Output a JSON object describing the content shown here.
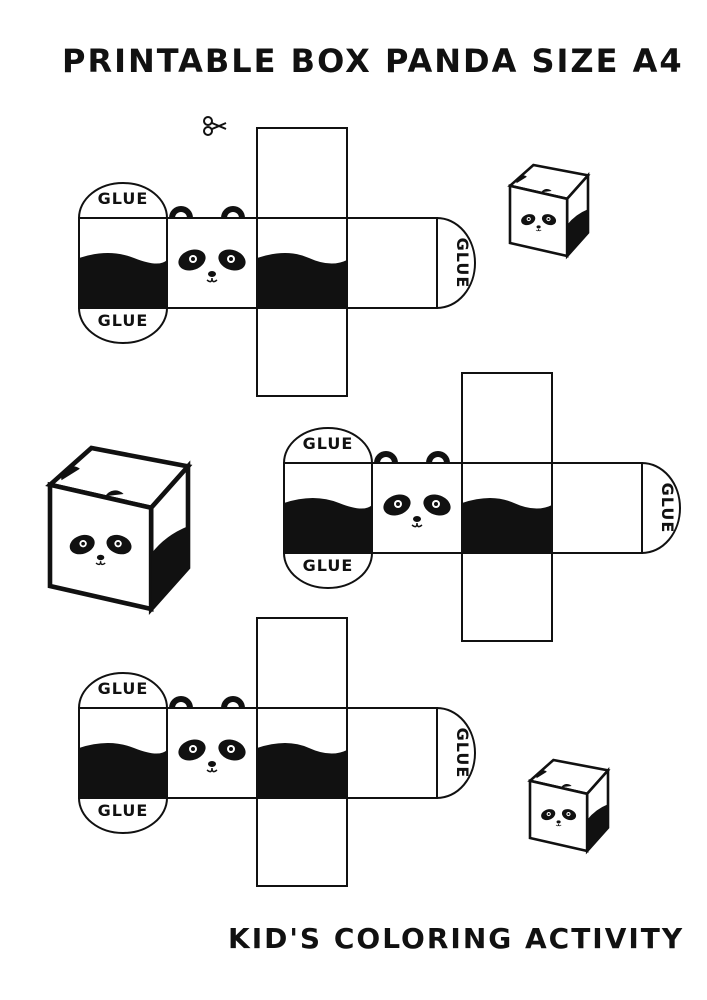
{
  "header": {
    "title": "PRINTABLE BOX PANDA SIZE A4"
  },
  "footer": {
    "text": "KID'S COLORING ACTIVITY"
  },
  "templates": [
    {
      "glue_top": "GLUE",
      "glue_bottom": "GLUE",
      "glue_side": "GLUE"
    },
    {
      "glue_top": "GLUE",
      "glue_bottom": "GLUE",
      "glue_side": "GLUE"
    },
    {
      "glue_top": "GLUE",
      "glue_bottom": "GLUE",
      "glue_side": "GLUE"
    }
  ],
  "icons": {
    "cut": "scissors-icon",
    "preview": "panda-box-icon"
  },
  "colors": {
    "ink": "#111111",
    "paper": "#ffffff"
  }
}
